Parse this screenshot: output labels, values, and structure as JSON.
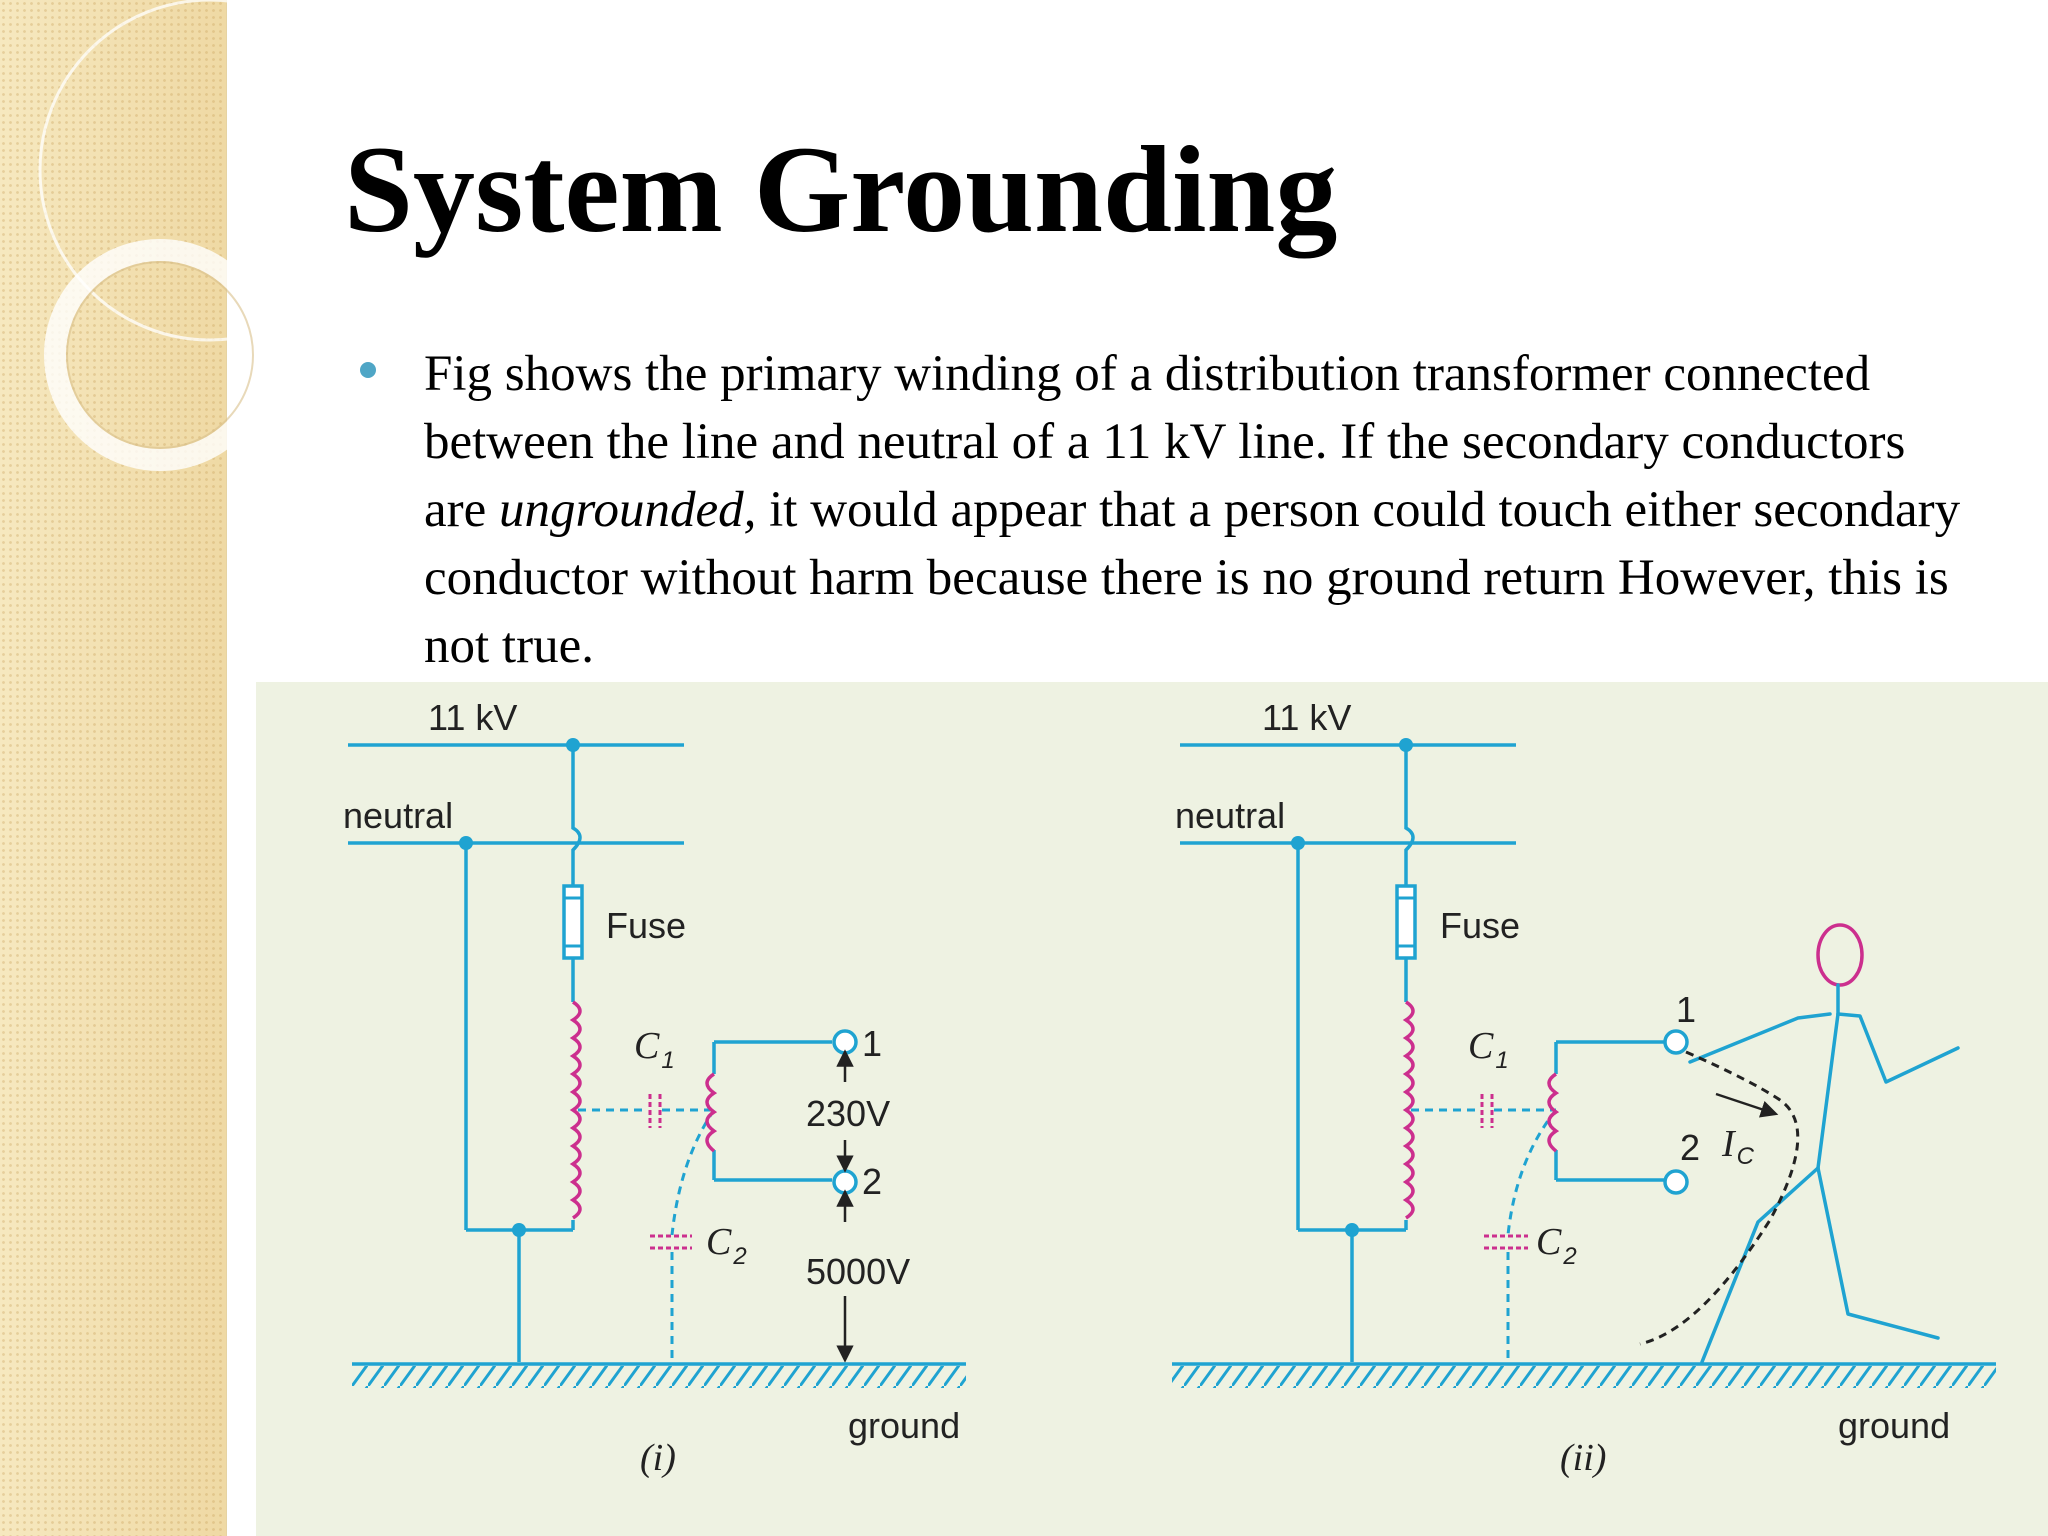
{
  "slide": {
    "title": "System Grounding",
    "bullet": {
      "text_before": "Fig shows the primary winding of a distribution transformer connected between the line and neutral of a 11 kV line. If the secondary conductors are ",
      "text_italic": "ungrounded,",
      "text_after": " it would appear that a person could touch either secondary conductor without harm because there is no ground return However, this is not true."
    }
  },
  "diagram": {
    "colors": {
      "wire": "#1fa3d1",
      "winding": "#cc2f8e",
      "capacitor": "#cc2f8e",
      "panel": "#eef2e2",
      "person": "#cc2f8e"
    },
    "figure_i": {
      "line_label": "11 kV",
      "neutral_label": "neutral",
      "fuse_label": "Fuse",
      "c1_label": "C",
      "c1_sub": "1",
      "c2_label": "C",
      "c2_sub": "2",
      "terminal_1": "1",
      "terminal_2": "2",
      "voltage_secondary": "230V",
      "voltage_ground": "5000V",
      "ground_label": "ground",
      "caption": "(i)"
    },
    "figure_ii": {
      "line_label": "11 kV",
      "neutral_label": "neutral",
      "fuse_label": "Fuse",
      "c1_label": "C",
      "c1_sub": "1",
      "c2_label": "C",
      "c2_sub": "2",
      "terminal_1": "1",
      "terminal_2": "2",
      "current_label": "I",
      "current_sub": "C",
      "ground_label": "ground",
      "caption": "(ii)"
    }
  }
}
